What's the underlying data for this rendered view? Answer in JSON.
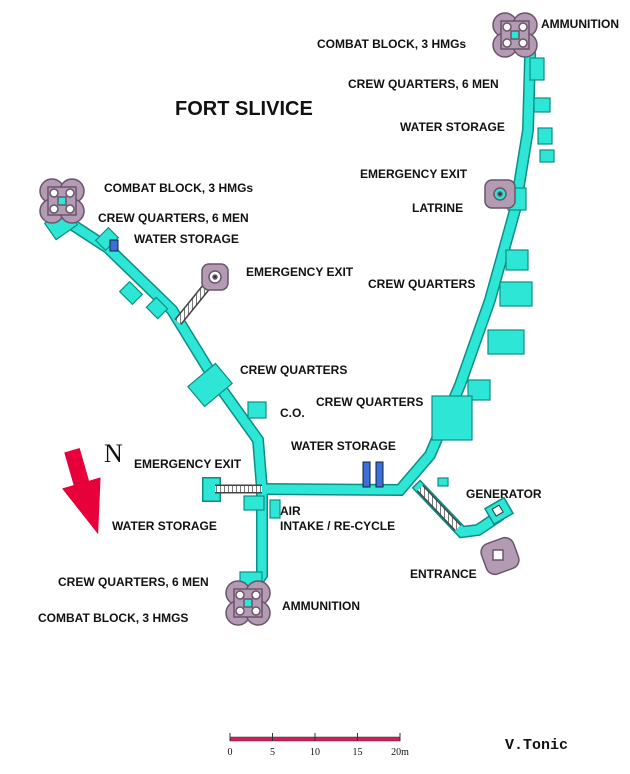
{
  "title": "FORT SLIVICE",
  "north_letter": "N",
  "credit": "V.Tonic",
  "scale": {
    "ticks": [
      "0",
      "5",
      "10",
      "15",
      "20m"
    ]
  },
  "labels": {
    "ammunition_top": "AMMUNITION",
    "combat_block_top": "COMBAT BLOCK, 3 HMGs",
    "crew_quarters_6_right": "CREW QUARTERS, 6 MEN",
    "water_storage_right": "WATER STORAGE",
    "emergency_exit_right": "EMERGENCY EXIT",
    "latrine": "LATRINE",
    "crew_quarters_right": "CREW QUARTERS",
    "combat_block_left": "COMBAT BLOCK, 3 HMGs",
    "crew_quarters_6_left": "CREW QUARTERS, 6 MEN",
    "water_storage_left": "WATER STORAGE",
    "emergency_exit_left": "EMERGENCY EXIT",
    "crew_quarters_left": "CREW QUARTERS",
    "co": "C.O.",
    "crew_quarters_center": "CREW QUARTERS",
    "water_storage_center": "WATER STORAGE",
    "emergency_exit_bottom": "EMERGENCY EXIT",
    "air_intake_1": "AIR",
    "air_intake_2": "INTAKE / RE-CYCLE",
    "generator": "GENERATOR",
    "water_storage_bottom": "WATER STORAGE",
    "entrance": "ENTRANCE",
    "crew_quarters_6_bottom": "CREW QUARTERS, 6 MEN",
    "ammunition_bottom": "AMMUNITION",
    "combat_block_bottom": "COMBAT BLOCK, 3 HMGS"
  },
  "colors": {
    "tunnel": "#2ee6d6",
    "tunnel_stroke": "#0a8f86",
    "block": "#b49bb4",
    "block_stroke": "#6b556b",
    "arrow": "#e8003a",
    "water_tank": "#3b6fd9",
    "scale_bar": "#d61c5a"
  }
}
